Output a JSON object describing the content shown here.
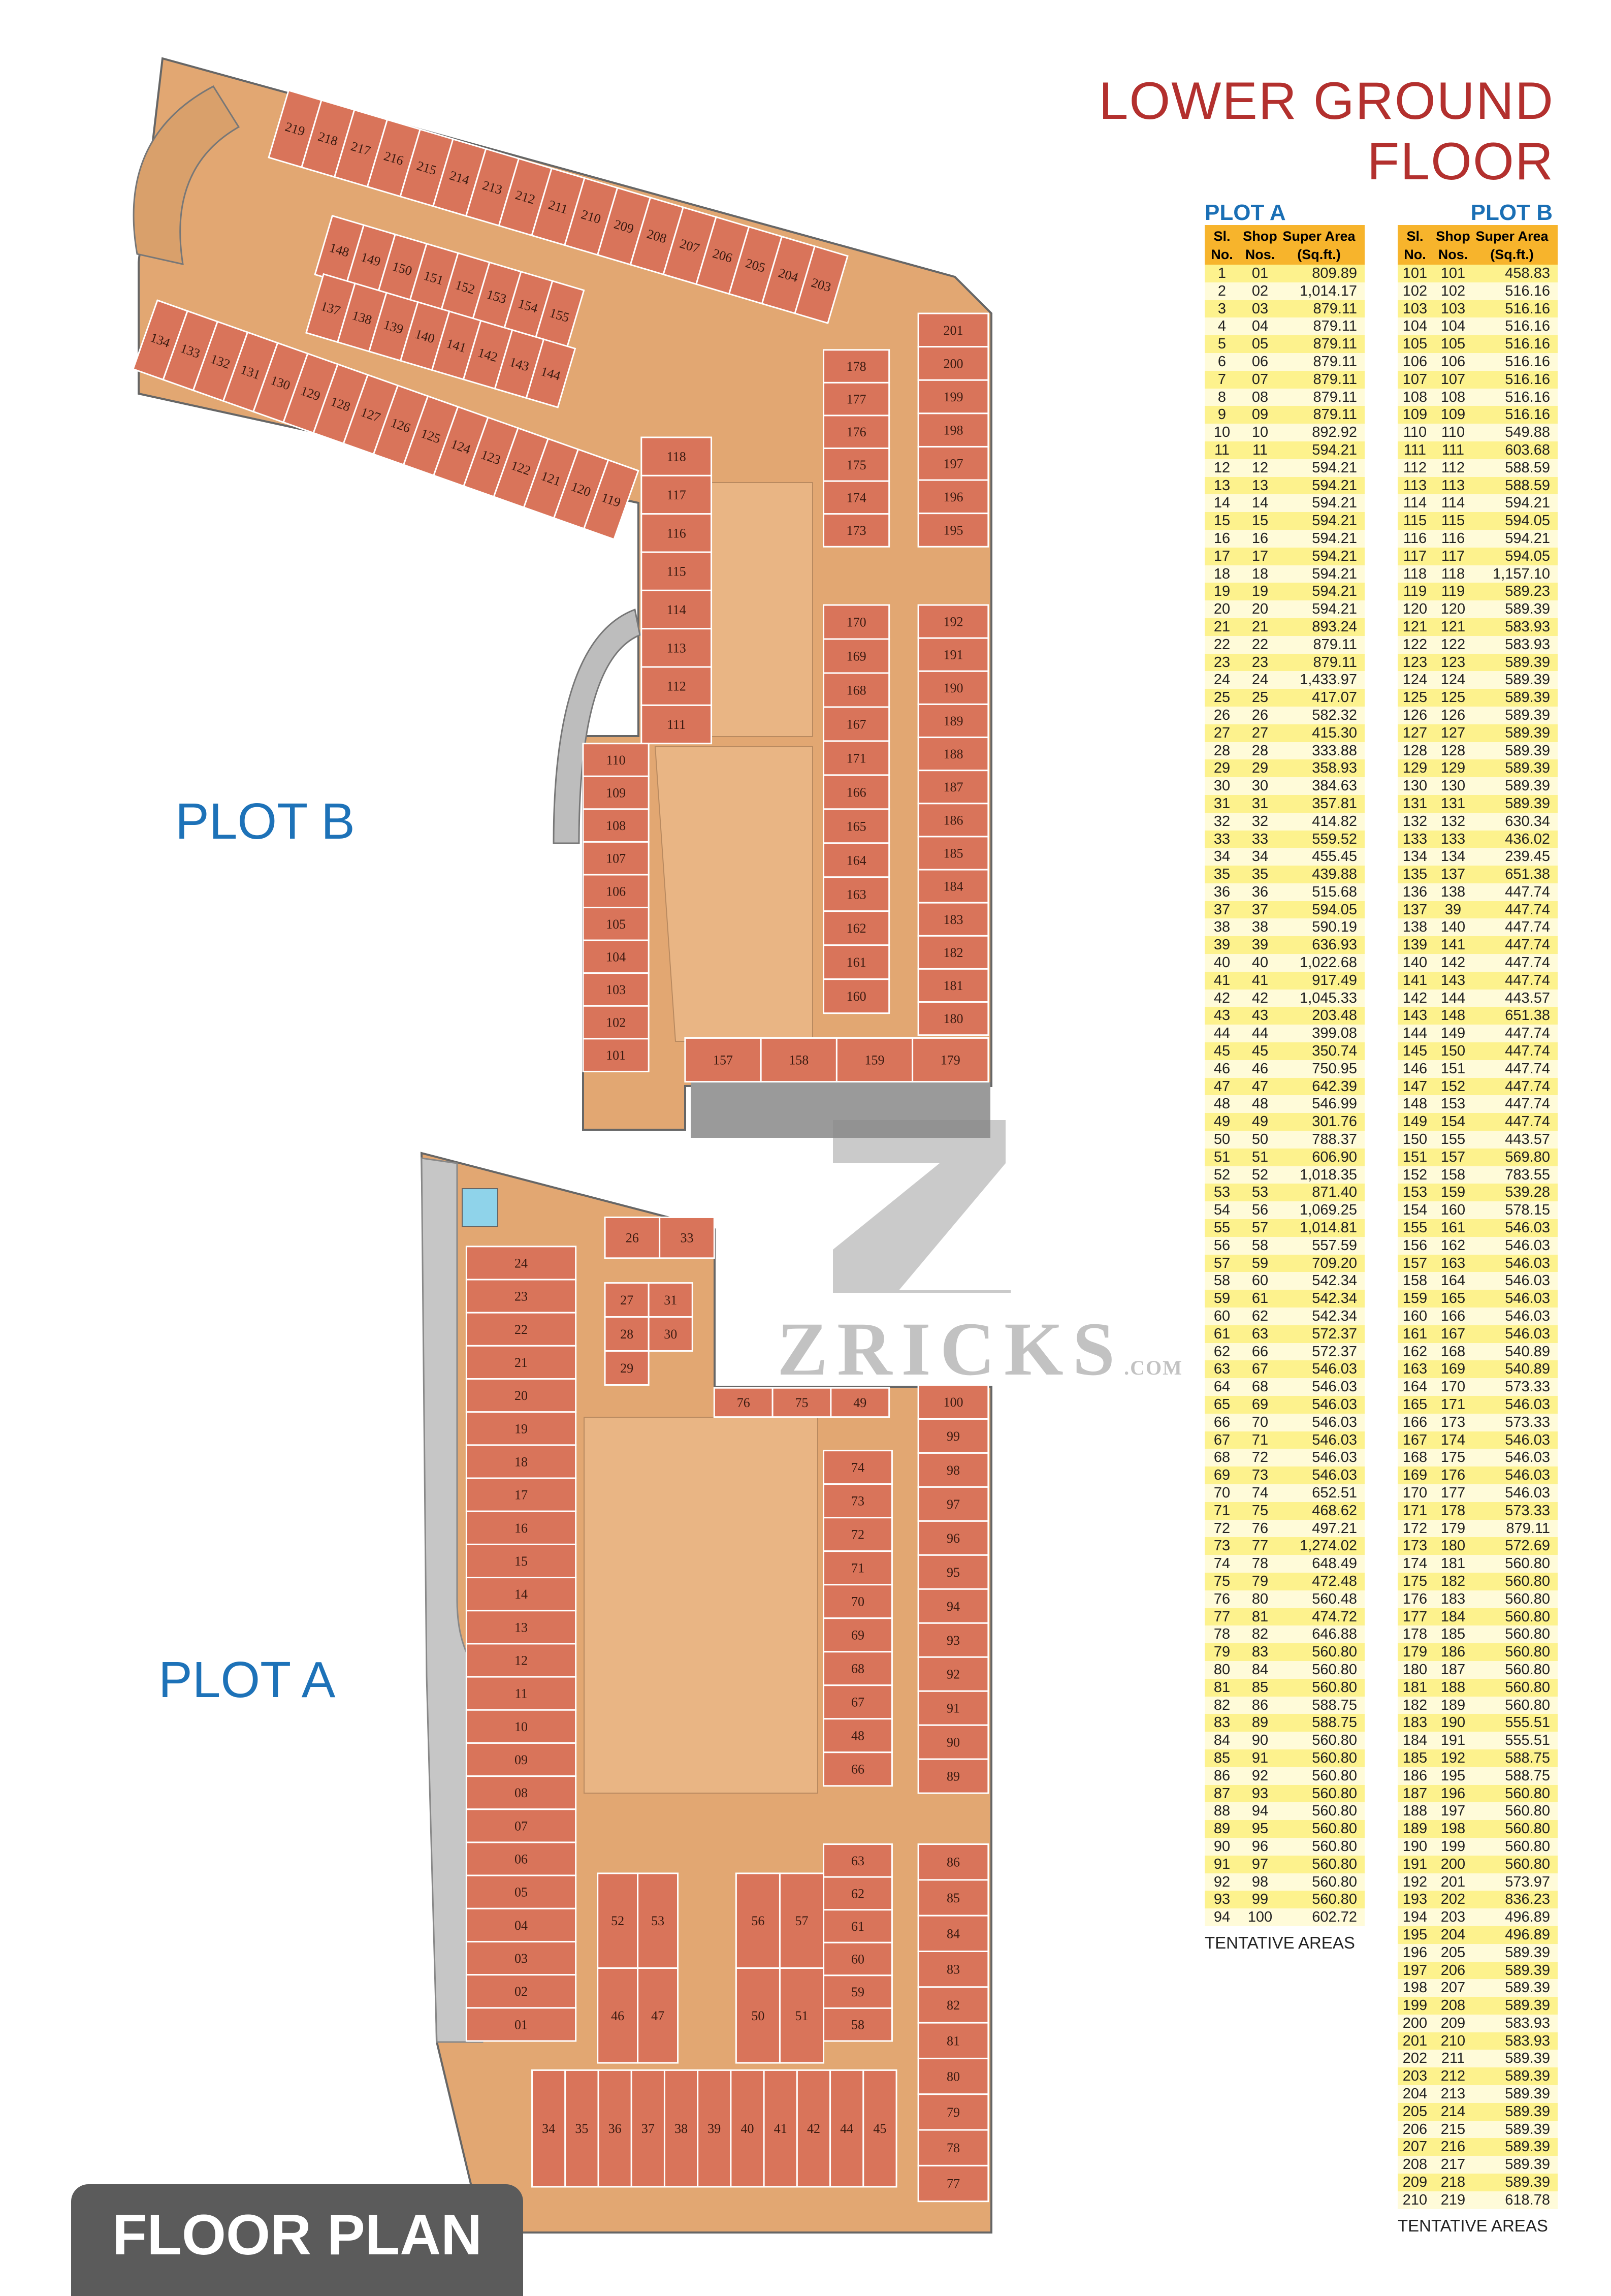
{
  "title": "LOWER GROUND FLOOR",
  "plot_b_label": "PLOT B",
  "plot_a_label": "PLOT A",
  "footer_badge": "FLOOR PLAN",
  "watermark": {
    "text": "ZRICKS",
    "suffix": ".COM"
  },
  "colors": {
    "title": "#b3302e",
    "plot_label": "#1d72b8",
    "header": "#f7b42c",
    "shop": "#d9745a",
    "corridor": "#e0a46f"
  },
  "table_headers": {
    "sl": "Sl. No.",
    "shop": "Shop Nos.",
    "area": "Super Area (Sq.ft.)"
  },
  "plot_a": {
    "title": "PLOT A",
    "note": "TENTATIVE AREAS",
    "rows": [
      [
        "1",
        "01",
        "809.89"
      ],
      [
        "2",
        "02",
        "1,014.17"
      ],
      [
        "3",
        "03",
        "879.11"
      ],
      [
        "4",
        "04",
        "879.11"
      ],
      [
        "5",
        "05",
        "879.11"
      ],
      [
        "6",
        "06",
        "879.11"
      ],
      [
        "7",
        "07",
        "879.11"
      ],
      [
        "8",
        "08",
        "879.11"
      ],
      [
        "9",
        "09",
        "879.11"
      ],
      [
        "10",
        "10",
        "892.92"
      ],
      [
        "11",
        "11",
        "594.21"
      ],
      [
        "12",
        "12",
        "594.21"
      ],
      [
        "13",
        "13",
        "594.21"
      ],
      [
        "14",
        "14",
        "594.21"
      ],
      [
        "15",
        "15",
        "594.21"
      ],
      [
        "16",
        "16",
        "594.21"
      ],
      [
        "17",
        "17",
        "594.21"
      ],
      [
        "18",
        "18",
        "594.21"
      ],
      [
        "19",
        "19",
        "594.21"
      ],
      [
        "20",
        "20",
        "594.21"
      ],
      [
        "21",
        "21",
        "893.24"
      ],
      [
        "22",
        "22",
        "879.11"
      ],
      [
        "23",
        "23",
        "879.11"
      ],
      [
        "24",
        "24",
        "1,433.97"
      ],
      [
        "25",
        "25",
        "417.07"
      ],
      [
        "26",
        "26",
        "582.32"
      ],
      [
        "27",
        "27",
        "415.30"
      ],
      [
        "28",
        "28",
        "333.88"
      ],
      [
        "29",
        "29",
        "358.93"
      ],
      [
        "30",
        "30",
        "384.63"
      ],
      [
        "31",
        "31",
        "357.81"
      ],
      [
        "32",
        "32",
        "414.82"
      ],
      [
        "33",
        "33",
        "559.52"
      ],
      [
        "34",
        "34",
        "455.45"
      ],
      [
        "35",
        "35",
        "439.88"
      ],
      [
        "36",
        "36",
        "515.68"
      ],
      [
        "37",
        "37",
        "594.05"
      ],
      [
        "38",
        "38",
        "590.19"
      ],
      [
        "39",
        "39",
        "636.93"
      ],
      [
        "40",
        "40",
        "1,022.68"
      ],
      [
        "41",
        "41",
        "917.49"
      ],
      [
        "42",
        "42",
        "1,045.33"
      ],
      [
        "43",
        "43",
        "203.48"
      ],
      [
        "44",
        "44",
        "399.08"
      ],
      [
        "45",
        "45",
        "350.74"
      ],
      [
        "46",
        "46",
        "750.95"
      ],
      [
        "47",
        "47",
        "642.39"
      ],
      [
        "48",
        "48",
        "546.99"
      ],
      [
        "49",
        "49",
        "301.76"
      ],
      [
        "50",
        "50",
        "788.37"
      ],
      [
        "51",
        "51",
        "606.90"
      ],
      [
        "52",
        "52",
        "1,018.35"
      ],
      [
        "53",
        "53",
        "871.40"
      ],
      [
        "54",
        "56",
        "1,069.25"
      ],
      [
        "55",
        "57",
        "1,014.81"
      ],
      [
        "56",
        "58",
        "557.59"
      ],
      [
        "57",
        "59",
        "709.20"
      ],
      [
        "58",
        "60",
        "542.34"
      ],
      [
        "59",
        "61",
        "542.34"
      ],
      [
        "60",
        "62",
        "542.34"
      ],
      [
        "61",
        "63",
        "572.37"
      ],
      [
        "62",
        "66",
        "572.37"
      ],
      [
        "63",
        "67",
        "546.03"
      ],
      [
        "64",
        "68",
        "546.03"
      ],
      [
        "65",
        "69",
        "546.03"
      ],
      [
        "66",
        "70",
        "546.03"
      ],
      [
        "67",
        "71",
        "546.03"
      ],
      [
        "68",
        "72",
        "546.03"
      ],
      [
        "69",
        "73",
        "546.03"
      ],
      [
        "70",
        "74",
        "652.51"
      ],
      [
        "71",
        "75",
        "468.62"
      ],
      [
        "72",
        "76",
        "497.21"
      ],
      [
        "73",
        "77",
        "1,274.02"
      ],
      [
        "74",
        "78",
        "648.49"
      ],
      [
        "75",
        "79",
        "472.48"
      ],
      [
        "76",
        "80",
        "560.48"
      ],
      [
        "77",
        "81",
        "474.72"
      ],
      [
        "78",
        "82",
        "646.88"
      ],
      [
        "79",
        "83",
        "560.80"
      ],
      [
        "80",
        "84",
        "560.80"
      ],
      [
        "81",
        "85",
        "560.80"
      ],
      [
        "82",
        "86",
        "588.75"
      ],
      [
        "83",
        "89",
        "588.75"
      ],
      [
        "84",
        "90",
        "560.80"
      ],
      [
        "85",
        "91",
        "560.80"
      ],
      [
        "86",
        "92",
        "560.80"
      ],
      [
        "87",
        "93",
        "560.80"
      ],
      [
        "88",
        "94",
        "560.80"
      ],
      [
        "89",
        "95",
        "560.80"
      ],
      [
        "90",
        "96",
        "560.80"
      ],
      [
        "91",
        "97",
        "560.80"
      ],
      [
        "92",
        "98",
        "560.80"
      ],
      [
        "93",
        "99",
        "560.80"
      ],
      [
        "94",
        "100",
        "602.72"
      ]
    ]
  },
  "plot_b": {
    "title": "PLOT B",
    "note": "TENTATIVE AREAS",
    "rows": [
      [
        "101",
        "101",
        "458.83"
      ],
      [
        "102",
        "102",
        "516.16"
      ],
      [
        "103",
        "103",
        "516.16"
      ],
      [
        "104",
        "104",
        "516.16"
      ],
      [
        "105",
        "105",
        "516.16"
      ],
      [
        "106",
        "106",
        "516.16"
      ],
      [
        "107",
        "107",
        "516.16"
      ],
      [
        "108",
        "108",
        "516.16"
      ],
      [
        "109",
        "109",
        "516.16"
      ],
      [
        "110",
        "110",
        "549.88"
      ],
      [
        "111",
        "111",
        "603.68"
      ],
      [
        "112",
        "112",
        "588.59"
      ],
      [
        "113",
        "113",
        "588.59"
      ],
      [
        "114",
        "114",
        "594.21"
      ],
      [
        "115",
        "115",
        "594.05"
      ],
      [
        "116",
        "116",
        "594.21"
      ],
      [
        "117",
        "117",
        "594.05"
      ],
      [
        "118",
        "118",
        "1,157.10"
      ],
      [
        "119",
        "119",
        "589.23"
      ],
      [
        "120",
        "120",
        "589.39"
      ],
      [
        "121",
        "121",
        "583.93"
      ],
      [
        "122",
        "122",
        "583.93"
      ],
      [
        "123",
        "123",
        "589.39"
      ],
      [
        "124",
        "124",
        "589.39"
      ],
      [
        "125",
        "125",
        "589.39"
      ],
      [
        "126",
        "126",
        "589.39"
      ],
      [
        "127",
        "127",
        "589.39"
      ],
      [
        "128",
        "128",
        "589.39"
      ],
      [
        "129",
        "129",
        "589.39"
      ],
      [
        "130",
        "130",
        "589.39"
      ],
      [
        "131",
        "131",
        "589.39"
      ],
      [
        "132",
        "132",
        "630.34"
      ],
      [
        "133",
        "133",
        "436.02"
      ],
      [
        "134",
        "134",
        "239.45"
      ],
      [
        "135",
        "137",
        "651.38"
      ],
      [
        "136",
        "138",
        "447.74"
      ],
      [
        "137",
        "39",
        "447.74"
      ],
      [
        "138",
        "140",
        "447.74"
      ],
      [
        "139",
        "141",
        "447.74"
      ],
      [
        "140",
        "142",
        "447.74"
      ],
      [
        "141",
        "143",
        "447.74"
      ],
      [
        "142",
        "144",
        "443.57"
      ],
      [
        "143",
        "148",
        "651.38"
      ],
      [
        "144",
        "149",
        "447.74"
      ],
      [
        "145",
        "150",
        "447.74"
      ],
      [
        "146",
        "151",
        "447.74"
      ],
      [
        "147",
        "152",
        "447.74"
      ],
      [
        "148",
        "153",
        "447.74"
      ],
      [
        "149",
        "154",
        "447.74"
      ],
      [
        "150",
        "155",
        "443.57"
      ],
      [
        "151",
        "157",
        "569.80"
      ],
      [
        "152",
        "158",
        "783.55"
      ],
      [
        "153",
        "159",
        "539.28"
      ],
      [
        "154",
        "160",
        "578.15"
      ],
      [
        "155",
        "161",
        "546.03"
      ],
      [
        "156",
        "162",
        "546.03"
      ],
      [
        "157",
        "163",
        "546.03"
      ],
      [
        "158",
        "164",
        "546.03"
      ],
      [
        "159",
        "165",
        "546.03"
      ],
      [
        "160",
        "166",
        "546.03"
      ],
      [
        "161",
        "167",
        "546.03"
      ],
      [
        "162",
        "168",
        "540.89"
      ],
      [
        "163",
        "169",
        "540.89"
      ],
      [
        "164",
        "170",
        "573.33"
      ],
      [
        "165",
        "171",
        "546.03"
      ],
      [
        "166",
        "173",
        "573.33"
      ],
      [
        "167",
        "174",
        "546.03"
      ],
      [
        "168",
        "175",
        "546.03"
      ],
      [
        "169",
        "176",
        "546.03"
      ],
      [
        "170",
        "177",
        "546.03"
      ],
      [
        "171",
        "178",
        "573.33"
      ],
      [
        "172",
        "179",
        "879.11"
      ],
      [
        "173",
        "180",
        "572.69"
      ],
      [
        "174",
        "181",
        "560.80"
      ],
      [
        "175",
        "182",
        "560.80"
      ],
      [
        "176",
        "183",
        "560.80"
      ],
      [
        "177",
        "184",
        "560.80"
      ],
      [
        "178",
        "185",
        "560.80"
      ],
      [
        "179",
        "186",
        "560.80"
      ],
      [
        "180",
        "187",
        "560.80"
      ],
      [
        "181",
        "188",
        "560.80"
      ],
      [
        "182",
        "189",
        "560.80"
      ],
      [
        "183",
        "190",
        "555.51"
      ],
      [
        "184",
        "191",
        "555.51"
      ],
      [
        "185",
        "192",
        "588.75"
      ],
      [
        "186",
        "195",
        "588.75"
      ],
      [
        "187",
        "196",
        "560.80"
      ],
      [
        "188",
        "197",
        "560.80"
      ],
      [
        "189",
        "198",
        "560.80"
      ],
      [
        "190",
        "199",
        "560.80"
      ],
      [
        "191",
        "200",
        "560.80"
      ],
      [
        "192",
        "201",
        "573.97"
      ],
      [
        "193",
        "202",
        "836.23"
      ],
      [
        "194",
        "203",
        "496.89"
      ],
      [
        "195",
        "204",
        "496.89"
      ],
      [
        "196",
        "205",
        "589.39"
      ],
      [
        "197",
        "206",
        "589.39"
      ],
      [
        "198",
        "207",
        "589.39"
      ],
      [
        "199",
        "208",
        "589.39"
      ],
      [
        "200",
        "209",
        "583.93"
      ],
      [
        "201",
        "210",
        "583.93"
      ],
      [
        "202",
        "211",
        "589.39"
      ],
      [
        "203",
        "212",
        "589.39"
      ],
      [
        "204",
        "213",
        "589.39"
      ],
      [
        "205",
        "214",
        "589.39"
      ],
      [
        "206",
        "215",
        "589.39"
      ],
      [
        "207",
        "216",
        "589.39"
      ],
      [
        "208",
        "217",
        "589.39"
      ],
      [
        "209",
        "218",
        "589.39"
      ],
      [
        "210",
        "219",
        "618.78"
      ]
    ]
  },
  "plan": {
    "b_top": [
      "219",
      "218",
      "217",
      "216",
      "215",
      "214",
      "213",
      "212",
      "211",
      "210",
      "209",
      "208",
      "207",
      "206",
      "205",
      "204",
      "203"
    ],
    "b_inner1": [
      "148",
      "149",
      "150",
      "151",
      "152",
      "153",
      "154",
      "155"
    ],
    "b_inner2": [
      "137",
      "138",
      "139",
      "140",
      "141",
      "142",
      "143",
      "144"
    ],
    "b_lower": [
      "134",
      "133",
      "132",
      "131",
      "130",
      "129",
      "128",
      "127",
      "126",
      "125",
      "124",
      "123",
      "122",
      "121",
      "120",
      "119"
    ],
    "b_col118": [
      "118",
      "117",
      "116",
      "115",
      "114",
      "113",
      "112",
      "111"
    ],
    "b_col110": [
      "110",
      "109",
      "108",
      "107",
      "106",
      "105",
      "104",
      "103",
      "102",
      "101"
    ],
    "b_col178": [
      "178",
      "177",
      "176",
      "175",
      "174",
      "173"
    ],
    "b_col170": [
      "170",
      "169",
      "168",
      "167",
      "171",
      "166",
      "165",
      "164",
      "163",
      "162",
      "161",
      "160"
    ],
    "b_col201": [
      "201",
      "200",
      "199",
      "198",
      "197",
      "196",
      "195"
    ],
    "b_col192": [
      "192",
      "191",
      "190",
      "189",
      "188",
      "187",
      "186",
      "185",
      "184",
      "183",
      "182",
      "181",
      "180"
    ],
    "b_bottom": [
      "157",
      "158",
      "159",
      "179"
    ],
    "a_col24": [
      "24",
      "23",
      "22",
      "21",
      "20",
      "19",
      "18",
      "17",
      "16",
      "15",
      "14",
      "13",
      "12",
      "11",
      "10",
      "09",
      "08",
      "07",
      "06",
      "05",
      "04",
      "03",
      "02",
      "01"
    ],
    "a_block1": [
      "26",
      "33"
    ],
    "a_block2": [
      "27",
      "31",
      "28",
      "30",
      "29"
    ],
    "a_row76": [
      "76",
      "75",
      "49"
    ],
    "a_col100": [
      "100",
      "99",
      "98",
      "97",
      "96",
      "95",
      "94",
      "93",
      "92",
      "91",
      "90",
      "89"
    ],
    "a_col86": [
      "86",
      "85",
      "84",
      "83",
      "82",
      "81",
      "80",
      "79",
      "78",
      "77"
    ],
    "a_col74": [
      "74",
      "73",
      "72",
      "71",
      "70",
      "69",
      "68",
      "67",
      "48",
      "66"
    ],
    "a_col63": [
      "63",
      "62",
      "61",
      "60",
      "59",
      "58"
    ],
    "a_block52": [
      "52",
      "53",
      "46",
      "47"
    ],
    "a_block56": [
      "56",
      "57",
      "50",
      "51"
    ],
    "a_bottom": [
      "34",
      "35",
      "36",
      "37",
      "38",
      "39",
      "40",
      "41",
      "42",
      "44",
      "45"
    ]
  }
}
